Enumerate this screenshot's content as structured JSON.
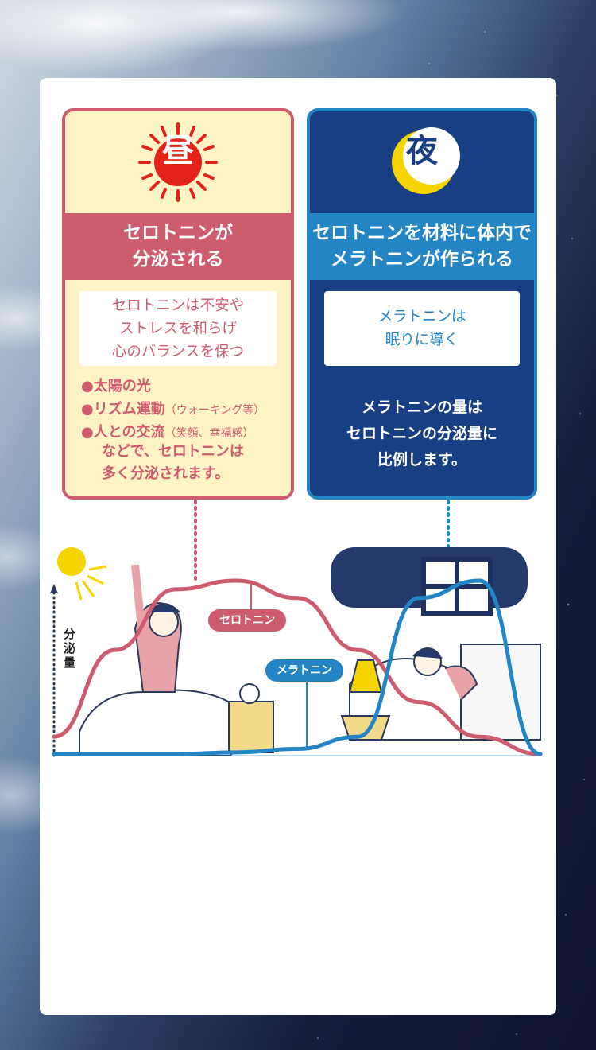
{
  "day": {
    "emblem": "昼",
    "headline": "セロトニンが\n分泌される",
    "effect": "セロトニンは不安や\nストレスを和らげ\n心のバランスを保つ",
    "bullets": [
      {
        "main": "●太陽の光",
        "note": ""
      },
      {
        "main": "●リズム運動",
        "note": "（ウォーキング等）"
      },
      {
        "main": "●人との交流",
        "note": "（笑顔、幸福感）"
      }
    ],
    "closing": "などで、セロトニンは\n多く分泌されます。"
  },
  "night": {
    "emblem": "夜",
    "headline": "セロトニンを材料に体内で\nメラトニンが作られる",
    "effect": "メラトニンは\n眠りに導く",
    "text": "メラトニンの量は\nセロトニンの分泌量に\n比例します。"
  },
  "chart": {
    "y_label": "分泌量",
    "serotonin_label": "セロトニン",
    "melatonin_label": "メラトニン"
  },
  "chart_data": {
    "type": "line",
    "xlabel": "",
    "ylabel": "分泌量",
    "series": [
      {
        "name": "セロトニン",
        "color": "#cd5c6e",
        "values": [
          0.1,
          0.6,
          0.95,
          1.0,
          0.9,
          0.6,
          0.3,
          0.1,
          0.0
        ]
      },
      {
        "name": "メラトニン",
        "color": "#2485c5",
        "values": [
          0.0,
          0.0,
          0.0,
          0.01,
          0.03,
          0.1,
          0.9,
          1.0,
          0.0
        ]
      }
    ]
  },
  "colors": {
    "day": "#cd5c6e",
    "day_bg": "#fdf3c4",
    "night": "#183e84",
    "night_accent": "#2485c5"
  }
}
